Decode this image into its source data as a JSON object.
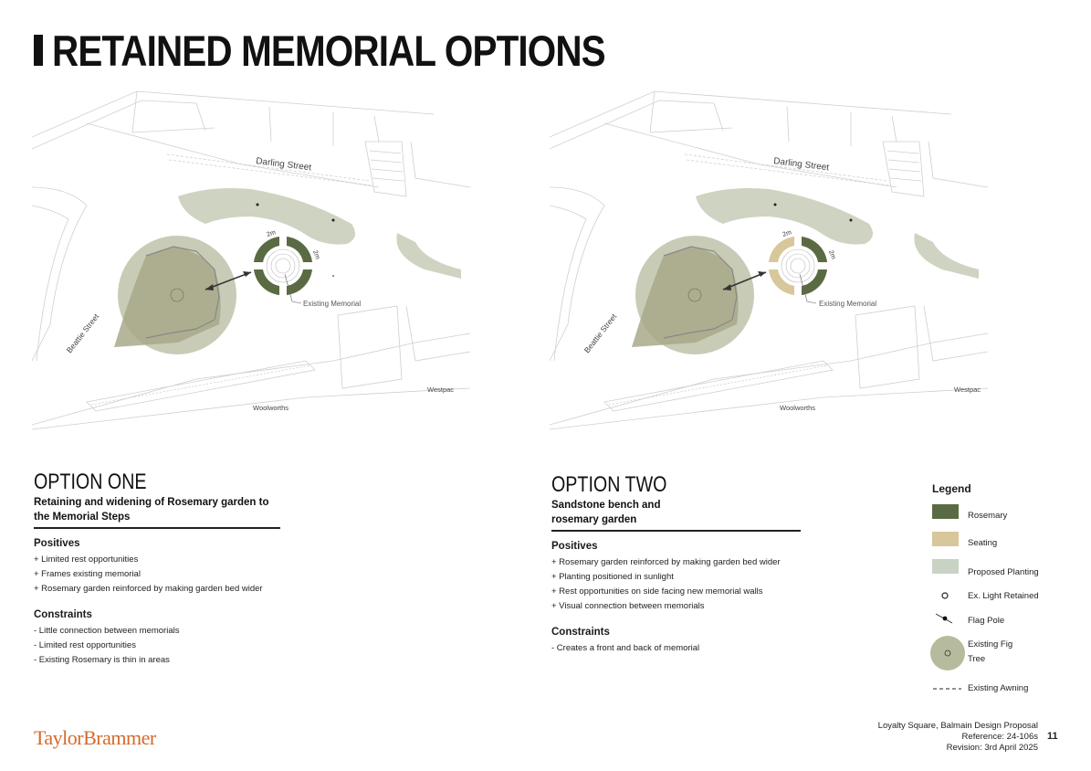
{
  "page": {
    "title": "RETAINED MEMORIAL OPTIONS",
    "number": "11"
  },
  "plan_labels": {
    "darling_street": "Darling Street",
    "beattie_street": "Beattie Street",
    "woolworths": "Woolworths",
    "westpac": "Westpac",
    "existing_memorial": "Existing Memorial",
    "dim_2m": "2m"
  },
  "options": [
    {
      "heading": "OPTION ONE",
      "subtitle_line1": "Retaining and widening of Rosemary garden to",
      "subtitle_line2": "the Memorial Steps",
      "positives_label": "Positives",
      "positives": [
        "+ Limited rest opportunities",
        "+ Frames existing memorial",
        "+ Rosemary garden reinforced by making garden bed wider"
      ],
      "constraints_label": "Constraints",
      "constraints": [
        "- Little connection between memorials",
        "- Limited rest opportunities",
        "- Existing Rosemary is thin in areas"
      ]
    },
    {
      "heading": "OPTION TWO",
      "subtitle_line1": "Sandstone bench and",
      "subtitle_line2": "rosemary garden",
      "positives_label": "Positives",
      "positives": [
        "+ Rosemary garden reinforced by making garden bed wider",
        "+ Planting positioned in sunlight",
        "+ Rest opportunities on side facing new memorial walls",
        "+ Visual connection between memorials"
      ],
      "constraints_label": "Constraints",
      "constraints": [
        "- Creates a front and back of memorial"
      ]
    }
  ],
  "legend": {
    "title": "Legend",
    "items": [
      {
        "label": "Rosemary",
        "icon": "rosemary-swatch",
        "color": "#5a6b43"
      },
      {
        "label": "Seating",
        "icon": "seating-swatch",
        "color": "#d8c79a"
      },
      {
        "label": "Proposed Planting",
        "icon": "planting-swatch",
        "color": "#c9d3c3"
      },
      {
        "label": "Ex. Light Retained",
        "icon": "light-icon"
      },
      {
        "label": "Flag Pole",
        "icon": "flag-pole-icon"
      },
      {
        "label_line1": "Existing Fig",
        "label_line2": "Tree",
        "icon": "fig-tree-icon",
        "color": "#b7bb9d"
      },
      {
        "label": "Existing Awning",
        "icon": "awning-dashed-line"
      }
    ]
  },
  "footer": {
    "logo": "TaylorBrammer",
    "project": "Loyalty Square, Balmain Design Proposal",
    "reference": "Reference: 24-106s",
    "revision": "Revision:  3rd April 2025"
  },
  "colors": {
    "rosemary": "#5a6b43",
    "seating": "#d8c79a",
    "planting": "#c9d3c3",
    "fig_canopy": "#b7bb9d",
    "fig_shadow": "#a8a98a",
    "logo": "#d46a2c"
  }
}
